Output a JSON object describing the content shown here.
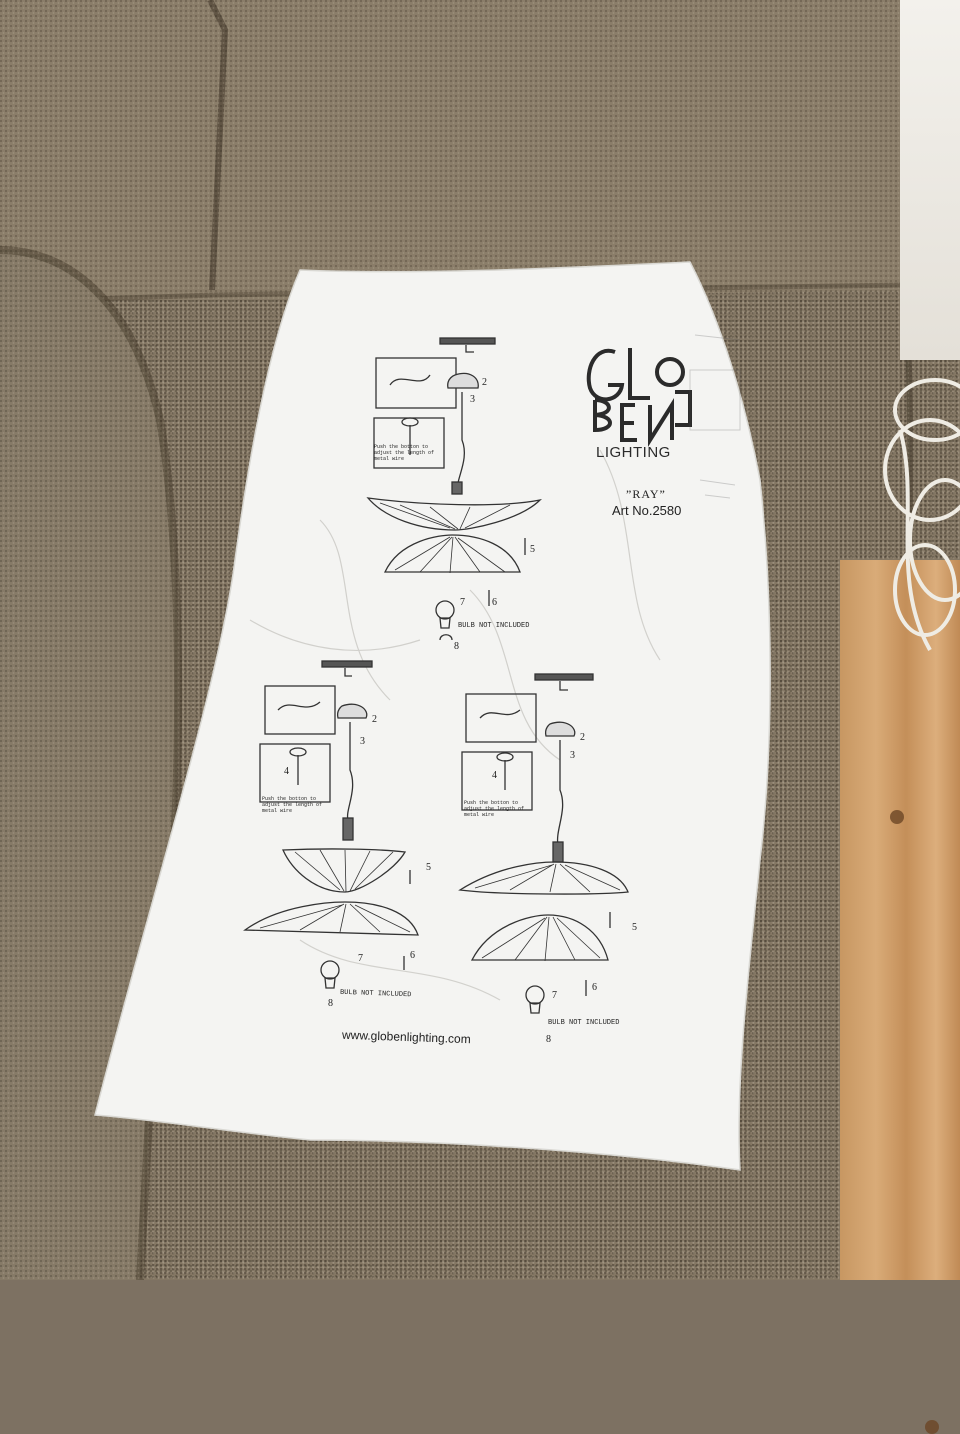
{
  "sheet": {
    "brand_line": "LIGHTING",
    "product_name": "”RAY”",
    "article_number": "Art No.2580",
    "website": "www.globenlighting.com",
    "bulb_note": "BULB NOT INCLUDED",
    "wire_note": "Push the botton to adjust the length of metal wire",
    "step_labels": [
      "2",
      "3",
      "4",
      "5",
      "6",
      "7",
      "8"
    ]
  },
  "colors": {
    "sofa": "#847764",
    "paper": "#f4f4f2",
    "ink": "#2b2b2b",
    "floor": "#d2a06c"
  }
}
